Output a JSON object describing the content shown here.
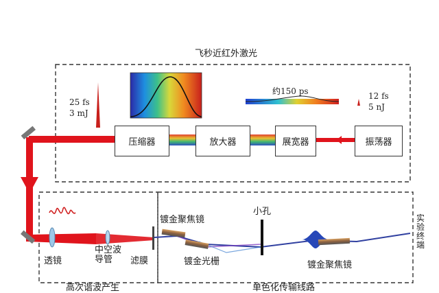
{
  "top_section": {
    "title": "飞秒近红外激光",
    "pulse_main_duration": "25 fs",
    "pulse_main_energy": "3 mJ",
    "pulse_seed_duration": "12 fs",
    "pulse_seed_energy": "5 nJ",
    "stretched_pulse_label": "约150 ps",
    "boxes": {
      "compressor": "压缩器",
      "amplifier": "放大器",
      "stretcher": "展宽器",
      "oscillator": "振荡器"
    }
  },
  "bottom_section": {
    "left_title": "高次谐波产生",
    "right_title": "单色化传输线路",
    "lens": "透镜",
    "waveplate": "中空波导管",
    "filter": "滤膜",
    "gold_mirror_1": "镀金聚焦镜",
    "gold_grating": "镀金光栅",
    "pinhole": "小孔",
    "gold_mirror_2": "镀金聚焦镜",
    "experiment_station": "实验终端"
  },
  "colors": {
    "beam_red": "#e0141c",
    "dashed_border": "#333333",
    "mirror_gray": "#7a7a7a"
  }
}
